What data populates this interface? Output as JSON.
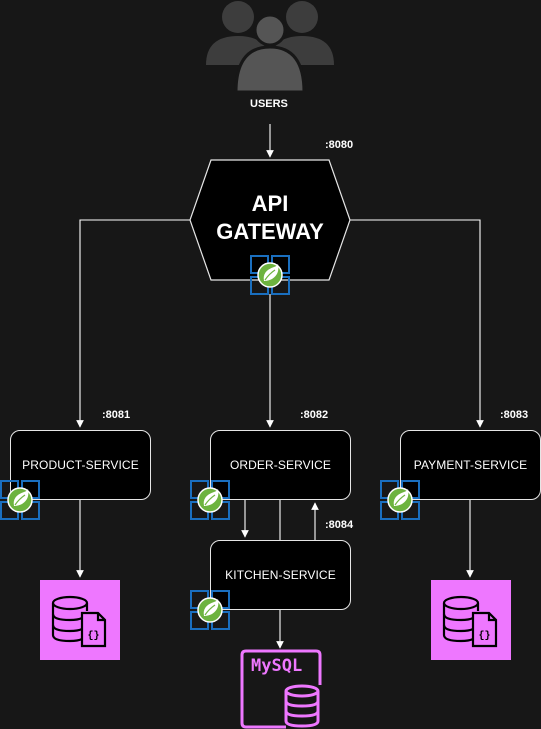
{
  "users": {
    "label": "USERS"
  },
  "gateway": {
    "title_line1": "API",
    "title_line2": "GATEWAY",
    "port": ":8080"
  },
  "services": {
    "product": {
      "label": "PRODUCT-SERVICE",
      "port": ":8081"
    },
    "order": {
      "label": "ORDER-SERVICE",
      "port": ":8082"
    },
    "payment": {
      "label": "PAYMENT-SERVICE",
      "port": ":8083"
    },
    "kitchen": {
      "label": "KITCHEN-SERVICE",
      "port": ":8084"
    }
  },
  "database": {
    "label": "MySQL"
  },
  "colors": {
    "background": "#171717",
    "line": "#ffffff",
    "spring_green": "#6db33f",
    "frame_blue": "#1a6fbf",
    "db_pink": "#ee77ff"
  }
}
